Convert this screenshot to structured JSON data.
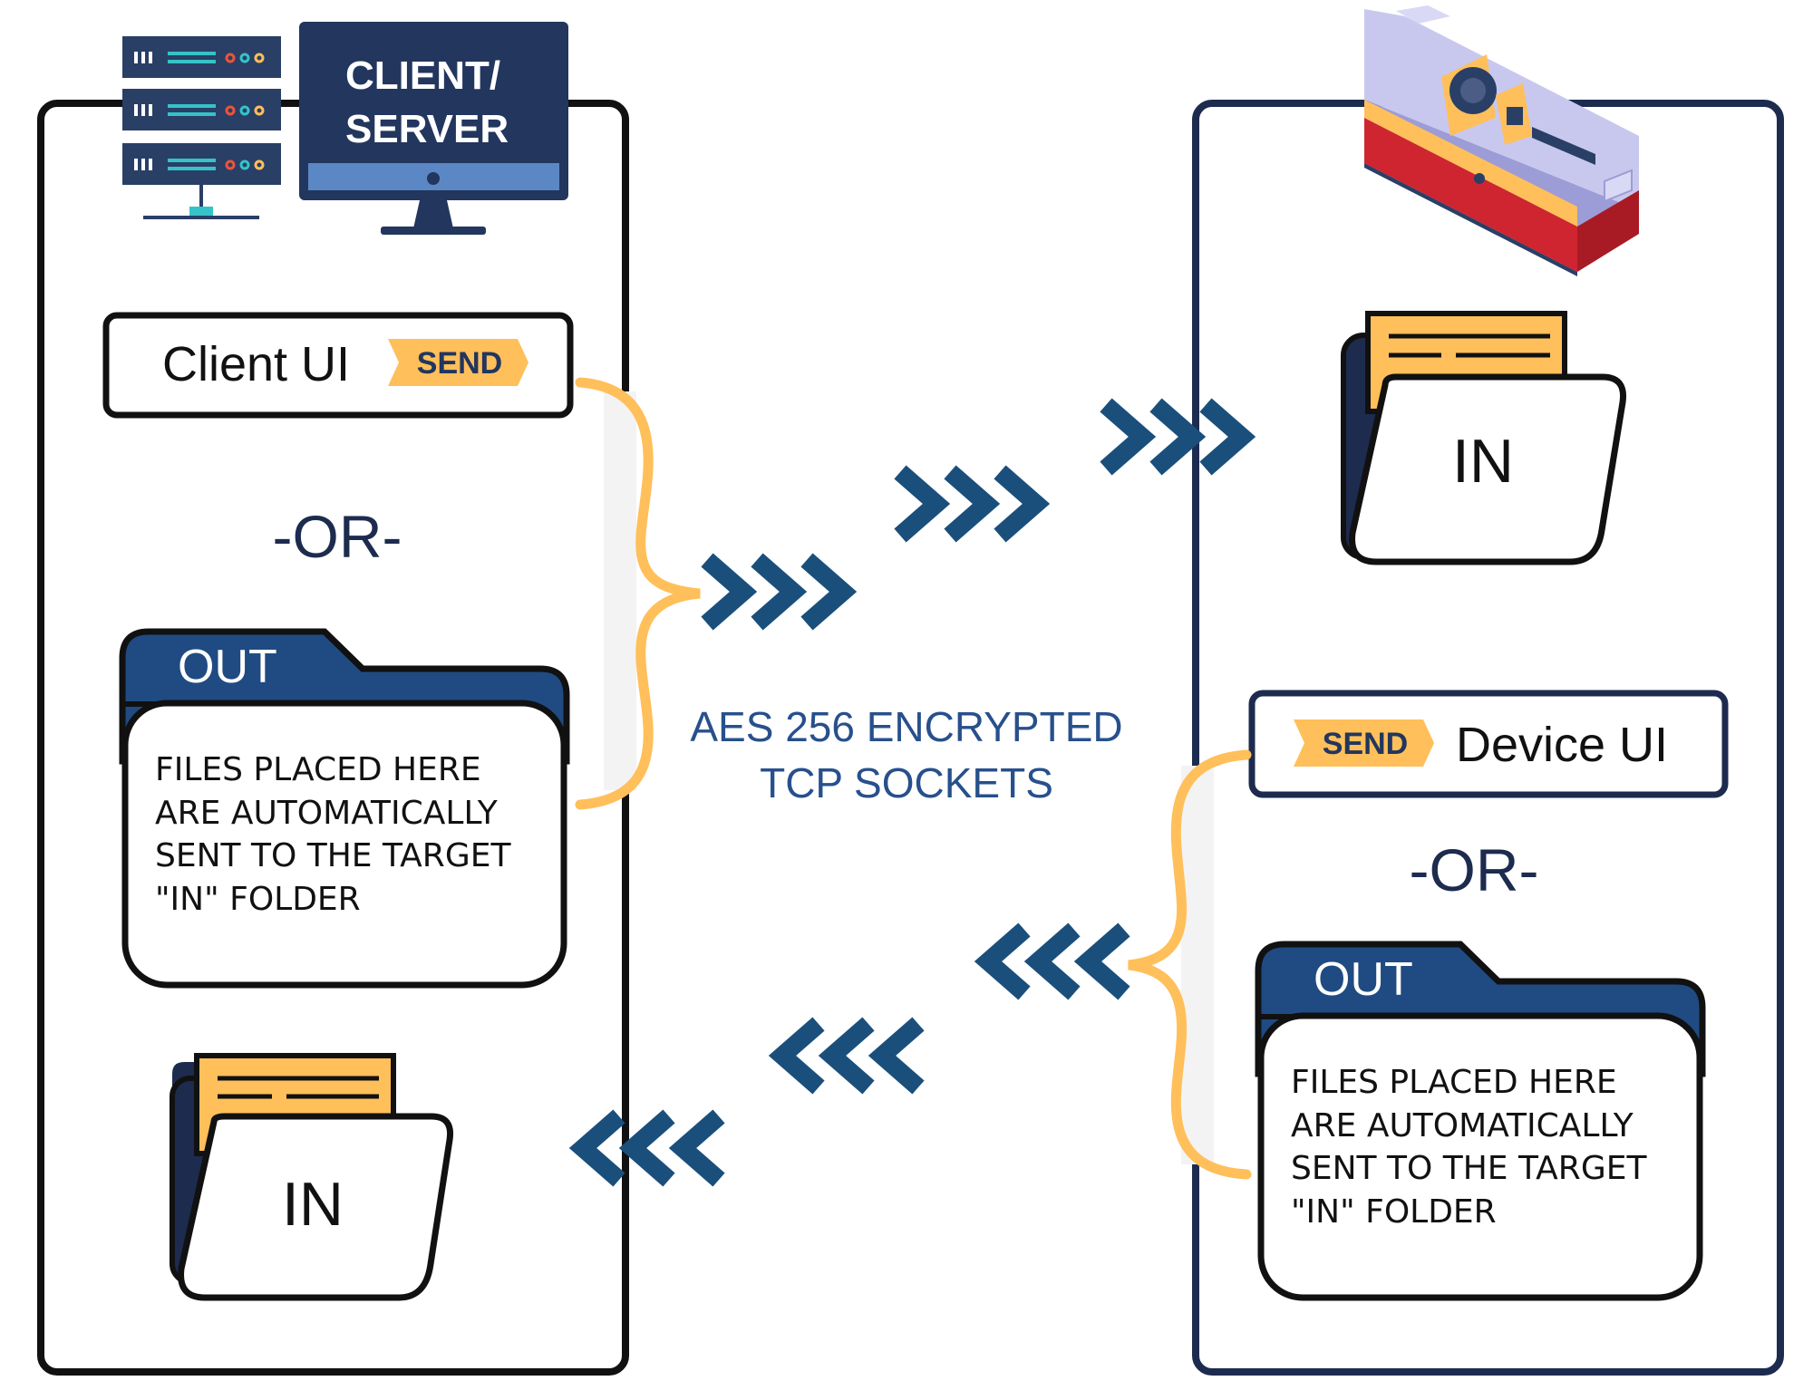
{
  "colors": {
    "navy": "#1d2b4f",
    "blue": "#1f4b82",
    "arrow": "#1a4f7c",
    "orange": "#ffbf5a",
    "teal": "#35c3c8",
    "red": "#d0242f",
    "lavender": "#b8b8e6",
    "caption": "#27508c"
  },
  "client": {
    "badge_line1": "CLIENT/",
    "badge_line2": "SERVER",
    "ui_label": "Client UI",
    "send_label": "SEND",
    "or_label": "-OR-",
    "out_folder": {
      "tab": "OUT",
      "line1": "FILES PLACED HERE",
      "line2": "ARE AUTOMATICALLY",
      "line3": "SENT TO THE TARGET",
      "line4": "\"IN\" FOLDER"
    },
    "in_folder_label": "IN"
  },
  "device": {
    "ui_label": "Device UI",
    "send_label": "SEND",
    "or_label": "-OR-",
    "out_folder": {
      "tab": "OUT",
      "line1": "FILES PLACED HERE",
      "line2": "ARE AUTOMATICALLY",
      "line3": "SENT TO THE TARGET",
      "line4": "\"IN\" FOLDER"
    },
    "in_folder_label": "IN"
  },
  "link": {
    "line1": "AES 256 ENCRYPTED",
    "line2": "TCP SOCKETS"
  }
}
